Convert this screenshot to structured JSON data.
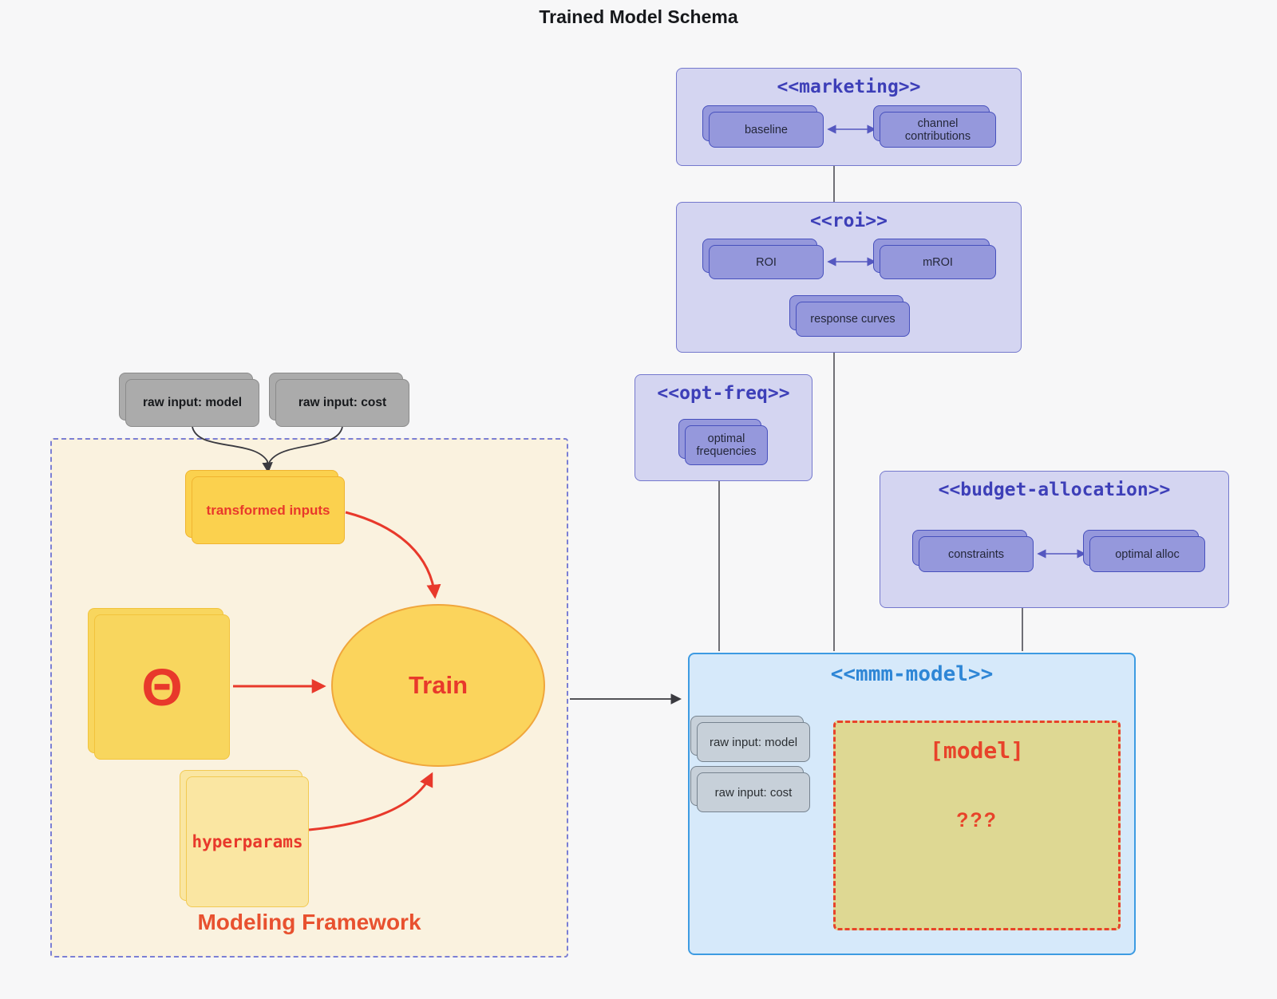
{
  "title": "Trained Model Schema",
  "marketing": {
    "header": "<<marketing>>",
    "baseline": "baseline",
    "channel_contributions": "channel contributions"
  },
  "roi": {
    "header": "<<roi>>",
    "roi": "ROI",
    "mroi": "mROI",
    "response_curves": "response curves"
  },
  "opt_freq": {
    "header": "<<opt-freq>>",
    "optimal_frequencies": "optimal frequencies"
  },
  "budget_allocation": {
    "header": "<<budget-allocation>>",
    "constraints": "constraints",
    "optimal_alloc": "optimal alloc"
  },
  "modeling_framework": {
    "caption": "Modeling Framework",
    "raw_input_model": "raw input: model",
    "raw_input_cost": "raw input: cost",
    "transformed_inputs": "transformed inputs",
    "theta": "Θ",
    "train": "Train",
    "hyperparams": "hyperparams"
  },
  "mmm_model": {
    "header": "<<mmm-model>>",
    "raw_input_model": "raw input: model",
    "raw_input_cost": "raw input: cost",
    "model_placeholder": "[model]",
    "unknown": "???"
  },
  "colors": {
    "background": "#f7f7f8",
    "purple_container_fill": "#d4d5f1",
    "purple_container_border": "#7478cd",
    "purple_header_text": "#3d3fb8",
    "purple_node_fill": "#9598dc",
    "purple_node_border": "#4750bd",
    "framework_fill": "#faf2df",
    "framework_border": "#7b7fd4",
    "yellow_node_fill": "#fbd14e",
    "yellow_node_border": "#f0b42f",
    "red_accent": "#e8392b",
    "orange_caption": "#e8512f",
    "mmm_fill": "#d6e9fa",
    "mmm_border": "#3d9be2",
    "mmm_header_text": "#2e86d6",
    "khaki_fill": "#ded893",
    "khaki_border": "#e8432a",
    "gray_node_fill": "#ababab",
    "gray_light_node_fill": "#c7d0d9",
    "edge_dark": "#3a3a40",
    "edge_purple": "#5558c0"
  }
}
